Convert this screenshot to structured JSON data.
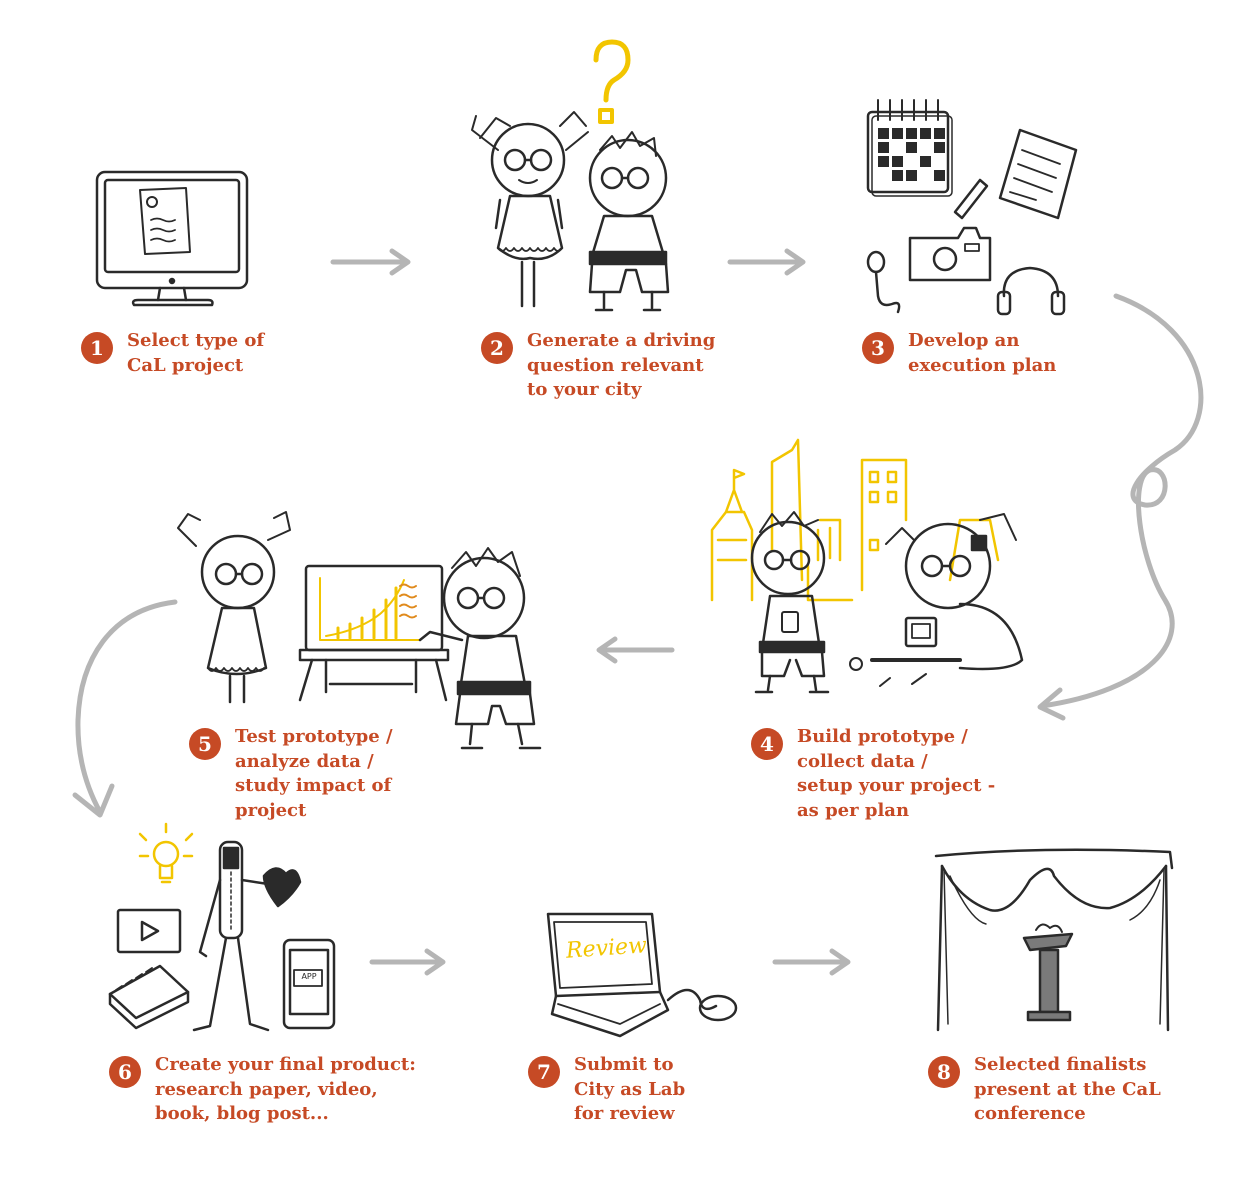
{
  "colors": {
    "accent": "#c64a25",
    "arrow": "#b5b5b5",
    "ink": "#2a2a2a",
    "highlight": "#f2c500"
  },
  "steps": [
    {
      "number": "1",
      "lines": [
        "Select type of",
        "CaL project"
      ],
      "icon": "computer-monitor-icon"
    },
    {
      "number": "2",
      "lines": [
        "Generate a driving",
        "question relevant",
        "to your city"
      ],
      "icon": "kids-question-icon"
    },
    {
      "number": "3",
      "lines": [
        "Develop an",
        "execution plan"
      ],
      "icon": "planning-tools-icon"
    },
    {
      "number": "4",
      "lines": [
        "Build prototype /",
        "collect data /",
        "setup your project -",
        "as per plan"
      ],
      "icon": "kids-building-city-icon"
    },
    {
      "number": "5",
      "lines": [
        "Test prototype /",
        "analyze data /",
        "study impact of",
        "project"
      ],
      "icon": "kids-presenting-chart-icon"
    },
    {
      "number": "6",
      "lines": [
        "Create your final product:",
        "research paper, video,",
        "book, blog post..."
      ],
      "icon": "final-product-icon"
    },
    {
      "number": "7",
      "lines": [
        "Submit to",
        "City as Lab",
        "for review"
      ],
      "icon": "laptop-review-icon"
    },
    {
      "number": "8",
      "lines": [
        "Selected finalists",
        "present at the CaL",
        "conference"
      ],
      "icon": "stage-podium-icon"
    }
  ],
  "illustrations": {
    "laptop_screen_text": "Review",
    "phone_app_text": "APP"
  }
}
